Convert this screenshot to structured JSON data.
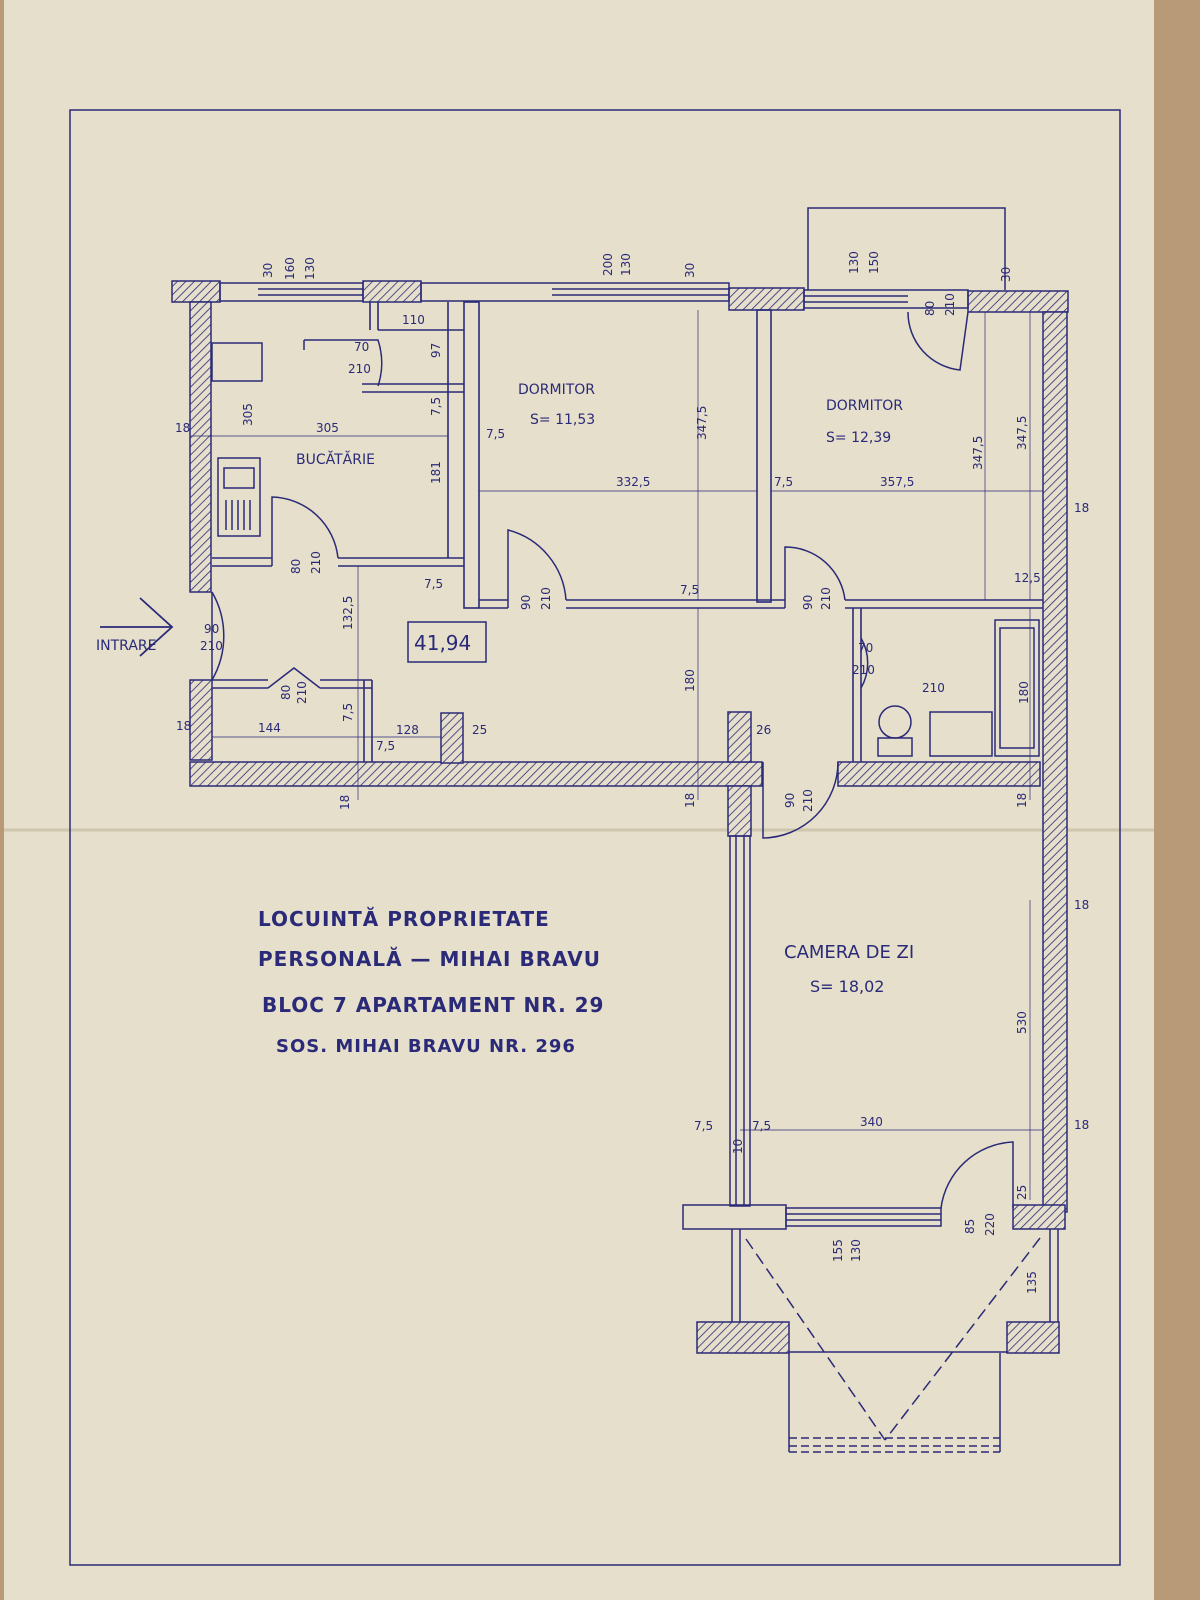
{
  "colors": {
    "paper": "#e6dfcb",
    "ink": "#2a2a78",
    "backdrop": "#b89a78"
  },
  "rooms": {
    "kitchen": {
      "name": "BUCĂTĂRIE"
    },
    "bedroom1": {
      "name": "DORMITOR",
      "area": "S= 11,53"
    },
    "bedroom2": {
      "name": "DORMITOR",
      "area": "S= 12,39"
    },
    "living": {
      "name": "CAMERA DE ZI",
      "area": "S= 18,02"
    }
  },
  "entrance": {
    "label": "INTRARE"
  },
  "total_area": "41,94",
  "title_block": {
    "line1": "LOCUINTĂ PROPRIETATE",
    "line2": "PERSONALĂ — MIHAI BRAVU",
    "line3": "BLOC 7  APARTAMENT NR. 29",
    "line4": "SOS. MIHAI BRAVU  NR. 296"
  },
  "dimensions": {
    "top_win_a": "30",
    "top_win_b": "160",
    "top_win_c": "130",
    "top_win_d": "200",
    "top_win_e": "130",
    "top_win_f": "30",
    "top_win_g": "130",
    "top_win_h": "150",
    "top_right_30": "30",
    "balcony_door_w": "80",
    "balcony_door_h": "210",
    "k_110": "110",
    "k_97": "97",
    "k_door_w": "70",
    "k_door_h": "210",
    "k_305a": "305",
    "k_305b": "305",
    "k_181": "181",
    "k_7_5a": "7,5",
    "k_door2_w": "80",
    "k_door2_h": "210",
    "k_7_5b": "7,5",
    "left_18": "18",
    "b1_7_5": "7,5",
    "b1_347": "347,5",
    "b1_332": "332,5",
    "b1_door_w": "90",
    "b1_door_h": "210",
    "hall_7_5": "7,5",
    "b2_7_5": "7,5",
    "b2_357": "357,5",
    "b2_347": "347,5",
    "b2_347r": "347,5",
    "right_18a": "18",
    "b2_door_w": "90",
    "b2_door_h": "210",
    "b2_12_5": "12,5",
    "ent_door_w": "90",
    "ent_door_h": "210",
    "c_132": "132,5",
    "c_180": "180",
    "bath_door_w": "70",
    "bath_door_h": "210",
    "bath_210": "210",
    "bath_180": "180",
    "wc_door_w": "80",
    "wc_door_h": "210",
    "wc_7_5": "7,5",
    "left_18b": "18",
    "d_144": "144",
    "d_7_5": "7,5",
    "d_7_5b": "7,5",
    "d_128": "128",
    "p_25": "25",
    "p_26": "26",
    "bot_18a": "18",
    "bot_18b": "18",
    "bot_18c": "18",
    "liv_door_w": "90",
    "liv_door_h": "210",
    "right_18b": "18",
    "liv_530": "530",
    "right_18c": "18",
    "liv_7_5a": "7,5",
    "liv_7_5b": "7,5",
    "liv_10": "10",
    "liv_340": "340",
    "liv_25": "25",
    "liv_win_a": "155",
    "liv_win_b": "130",
    "liv_door2_w": "85",
    "liv_door2_h": "220",
    "loggia_135": "135"
  }
}
